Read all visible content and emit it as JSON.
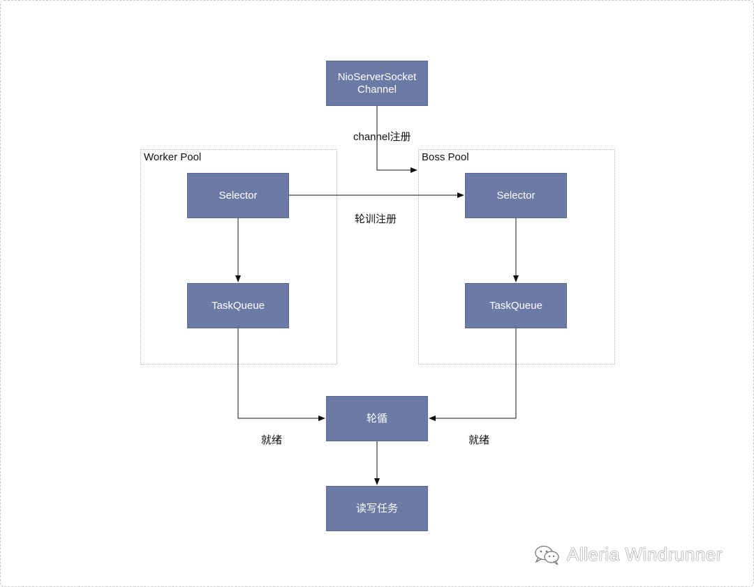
{
  "pools": {
    "worker": {
      "title": "Worker Pool"
    },
    "boss": {
      "title": "Boss Pool"
    }
  },
  "nodes": {
    "nio_channel": "NioServerSocket\nChannel",
    "worker_selector": "Selector",
    "worker_taskqueue": "TaskQueue",
    "boss_selector": "Selector",
    "boss_taskqueue": "TaskQueue",
    "loop": "轮循",
    "rw_task": "读写任务"
  },
  "edge_labels": {
    "channel_register": "channel注册",
    "poll_register": "轮训注册",
    "ready_left": "就绪",
    "ready_right": "就绪"
  },
  "watermark": {
    "text": "Alleria Windrunner",
    "icon": "wechat-icon"
  },
  "colors": {
    "node_fill": "#6b7ba6",
    "node_text": "#ffffff",
    "edge": "#111111"
  }
}
